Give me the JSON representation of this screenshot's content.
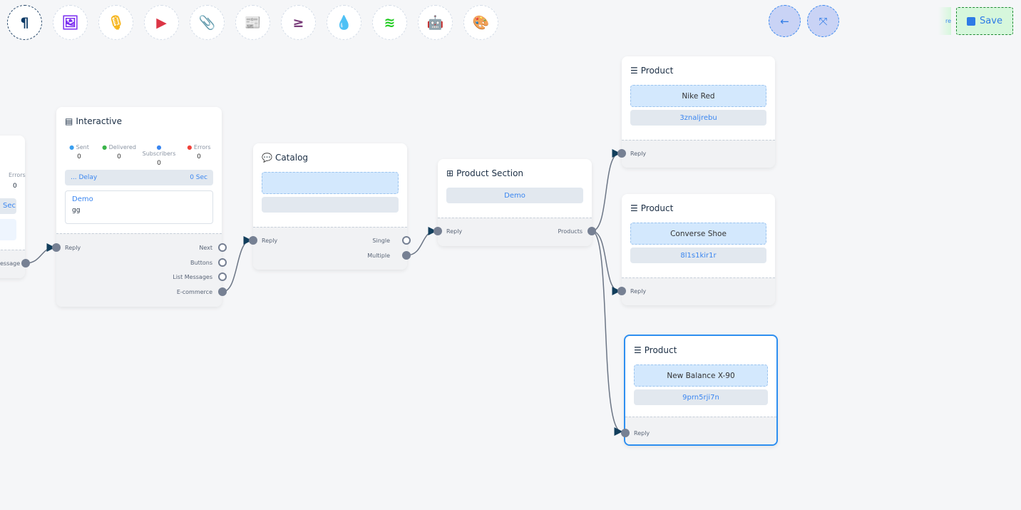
{
  "toolbar": {
    "tools": [
      {
        "icon": "paragraph-icon",
        "glyph": "¶",
        "color": "#0d3a66"
      },
      {
        "icon": "image-icon",
        "glyph": "🖼",
        "color": "#7a2cf0"
      },
      {
        "icon": "microphone-icon",
        "glyph": "🎙",
        "color": "#f6b51c"
      },
      {
        "icon": "youtube-icon",
        "glyph": "▶",
        "color": "#dc3545"
      },
      {
        "icon": "paperclip-icon",
        "glyph": "📎",
        "color": "#28a745"
      },
      {
        "icon": "newspaper-icon",
        "glyph": "📰",
        "color": "#ff7b7b"
      },
      {
        "icon": "greater-equal-icon",
        "glyph": "≥",
        "color": "#7b3f7b"
      },
      {
        "icon": "drop-icon",
        "glyph": "💧",
        "color": "#c8102e"
      },
      {
        "icon": "stack-icon",
        "glyph": "≋",
        "color": "#22cc22"
      },
      {
        "icon": "robot-icon",
        "glyph": "🤖",
        "color": "#1a1aff"
      },
      {
        "icon": "palette-icon",
        "glyph": "🎨",
        "color": "#22c55e"
      }
    ],
    "back_icon": "←",
    "collapse_icon": "⤧",
    "save_label": "Save",
    "partial_label": "re"
  },
  "left_node": {
    "errors_label": "Errors",
    "errors_value": "0",
    "delay_value": "Sec",
    "port_label": "essage"
  },
  "interactive": {
    "title": "Interactive",
    "stats": [
      {
        "label": "Sent",
        "value": "0",
        "color": "#3a9ff0"
      },
      {
        "label": "Delivered",
        "value": "0",
        "color": "#3ab44a"
      },
      {
        "label": "Subscribers",
        "value": "0",
        "color": "#3a86f0"
      },
      {
        "label": "Errors",
        "value": "0",
        "color": "#f0423a"
      }
    ],
    "delay_label": "... Delay",
    "delay_value": "0 Sec",
    "message_title": "Demo",
    "message_body": "gg",
    "input_port": "Reply",
    "outputs": [
      "Next",
      "Buttons",
      "List Messages",
      "E-commerce"
    ]
  },
  "catalog": {
    "title": "Catalog",
    "input_port": "Reply",
    "outputs": [
      "Single",
      "Multiple"
    ]
  },
  "product_section": {
    "title": "Product Section",
    "item": "Demo",
    "input_port": "Reply",
    "output_port": "Products"
  },
  "products": [
    {
      "title": "Product",
      "name": "Nike Red",
      "code": "3znaljrebu",
      "port": "Reply"
    },
    {
      "title": "Product",
      "name": "Converse Shoe",
      "code": "8l1s1kir1r",
      "port": "Reply"
    },
    {
      "title": "Product",
      "name": "New Balance X-90",
      "code": "9prn5rji7n",
      "port": "Reply",
      "selected": true
    }
  ]
}
